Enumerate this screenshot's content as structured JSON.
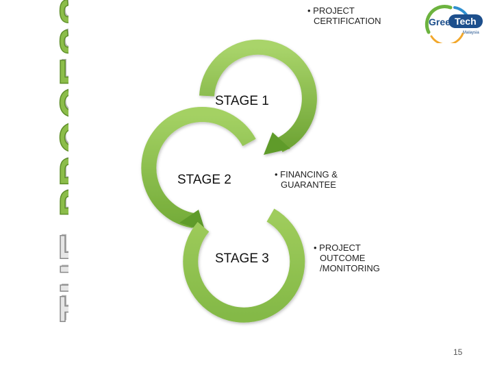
{
  "title": {
    "prefix": "THE ",
    "accent": "PROCESSES"
  },
  "stages": [
    {
      "label": "STAGE 1"
    },
    {
      "label": "STAGE 2"
    },
    {
      "label": "STAGE 3"
    }
  ],
  "bullets": [
    {
      "line1": "PROJECT",
      "line2": "CERTIFICATION"
    },
    {
      "line1": "FINANCING &",
      "line2": "GUARANTEE"
    },
    {
      "line1": "PROJECT",
      "line2": "OUTCOME /MONITORING"
    }
  ],
  "logo": {
    "word1": "Green",
    "word2": "Tech",
    "sub": "Malaysia"
  },
  "page_number": "15",
  "colors": {
    "ring_light": "#9ccc5c",
    "ring_dark": "#5e9a2a",
    "title_accent": "#8cbd4a",
    "logo_blue": "#1d4f8c"
  }
}
